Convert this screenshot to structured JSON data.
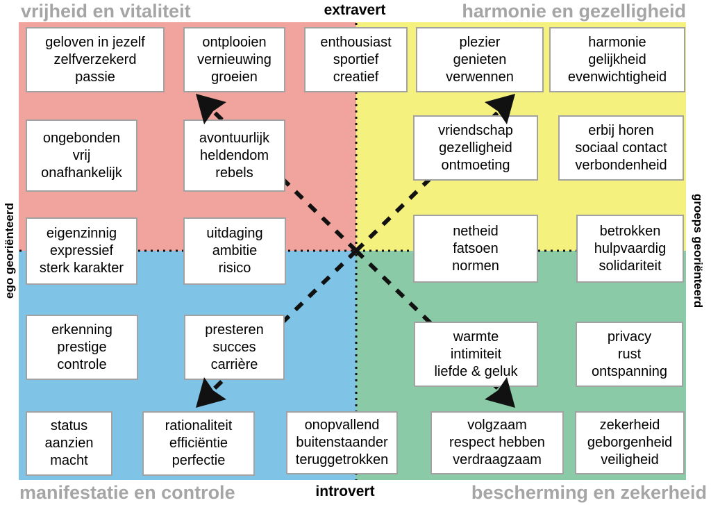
{
  "quadrant_titles": {
    "top_left": "vrijheid en vitaliteit",
    "top_right": "harmonie en gezelligheid",
    "bottom_left": "manifestatie en controle",
    "bottom_right": "bescherming en zekerheid"
  },
  "axis_labels": {
    "top": "extravert",
    "bottom": "introvert",
    "left": "ego georiënteerd",
    "right": "groeps georiënteerd"
  },
  "colors": {
    "quadrant_top_left": "#F1A39D",
    "quadrant_top_right": "#F5F17E",
    "quadrant_bottom_left": "#7FC4E6",
    "quadrant_bottom_right": "#8ACAA6",
    "title_gray": "#A5A5A5",
    "box_border": "#A2A2A2",
    "line_black": "#111111"
  },
  "icons": {
    "arrows": [
      "cursor-arrow-northwest",
      "cursor-arrow-northeast",
      "cursor-arrow-southwest",
      "cursor-arrow-southeast"
    ],
    "center": "x-marker"
  },
  "boxes": [
    {
      "id": "geloven",
      "lines": [
        "geloven in jezelf",
        "zelfverzekerd",
        "passie"
      ]
    },
    {
      "id": "ontplooien",
      "lines": [
        "ontplooien",
        "vernieuwing",
        "groeien"
      ]
    },
    {
      "id": "enthousiast",
      "lines": [
        "enthousiast",
        "sportief",
        "creatief"
      ]
    },
    {
      "id": "plezier",
      "lines": [
        "plezier",
        "genieten",
        "verwennen"
      ]
    },
    {
      "id": "harmonie",
      "lines": [
        "harmonie",
        "gelijkheid",
        "evenwichtigheid"
      ]
    },
    {
      "id": "ongebonden",
      "lines": [
        "ongebonden",
        "vrij",
        "onafhankelijk"
      ]
    },
    {
      "id": "avontuurlijk",
      "lines": [
        "avontuurlijk",
        "heldendom",
        "rebels"
      ]
    },
    {
      "id": "vriendschap",
      "lines": [
        "vriendschap",
        "gezelligheid",
        "ontmoeting"
      ]
    },
    {
      "id": "erbij-horen",
      "lines": [
        "erbij horen",
        "sociaal contact",
        "verbondenheid"
      ]
    },
    {
      "id": "eigenzinnig",
      "lines": [
        "eigenzinnig",
        "expressief",
        "sterk karakter"
      ]
    },
    {
      "id": "uitdaging",
      "lines": [
        "uitdaging",
        "ambitie",
        "risico"
      ]
    },
    {
      "id": "netheid",
      "lines": [
        "netheid",
        "fatsoen",
        "normen"
      ]
    },
    {
      "id": "betrokken",
      "lines": [
        "betrokken",
        "hulpvaardig",
        "solidariteit"
      ]
    },
    {
      "id": "erkenning",
      "lines": [
        "erkenning",
        "prestige",
        "controle"
      ]
    },
    {
      "id": "presteren",
      "lines": [
        "presteren",
        "succes",
        "carrière"
      ]
    },
    {
      "id": "warmte",
      "lines": [
        "warmte",
        "intimiteit",
        "liefde & geluk"
      ]
    },
    {
      "id": "privacy",
      "lines": [
        "privacy",
        "rust",
        "ontspanning"
      ]
    },
    {
      "id": "status",
      "lines": [
        "status",
        "aanzien",
        "macht"
      ]
    },
    {
      "id": "rationaliteit",
      "lines": [
        "rationaliteit",
        "efficiëntie",
        "perfectie"
      ]
    },
    {
      "id": "onopvallend",
      "lines": [
        "onopvallend",
        "buitenstaander",
        "teruggetrokken"
      ]
    },
    {
      "id": "volgzaam",
      "lines": [
        "volgzaam",
        "respect hebben",
        "verdraagzaam"
      ]
    },
    {
      "id": "zekerheid",
      "lines": [
        "zekerheid",
        "geborgenheid",
        "veiligheid"
      ]
    }
  ]
}
